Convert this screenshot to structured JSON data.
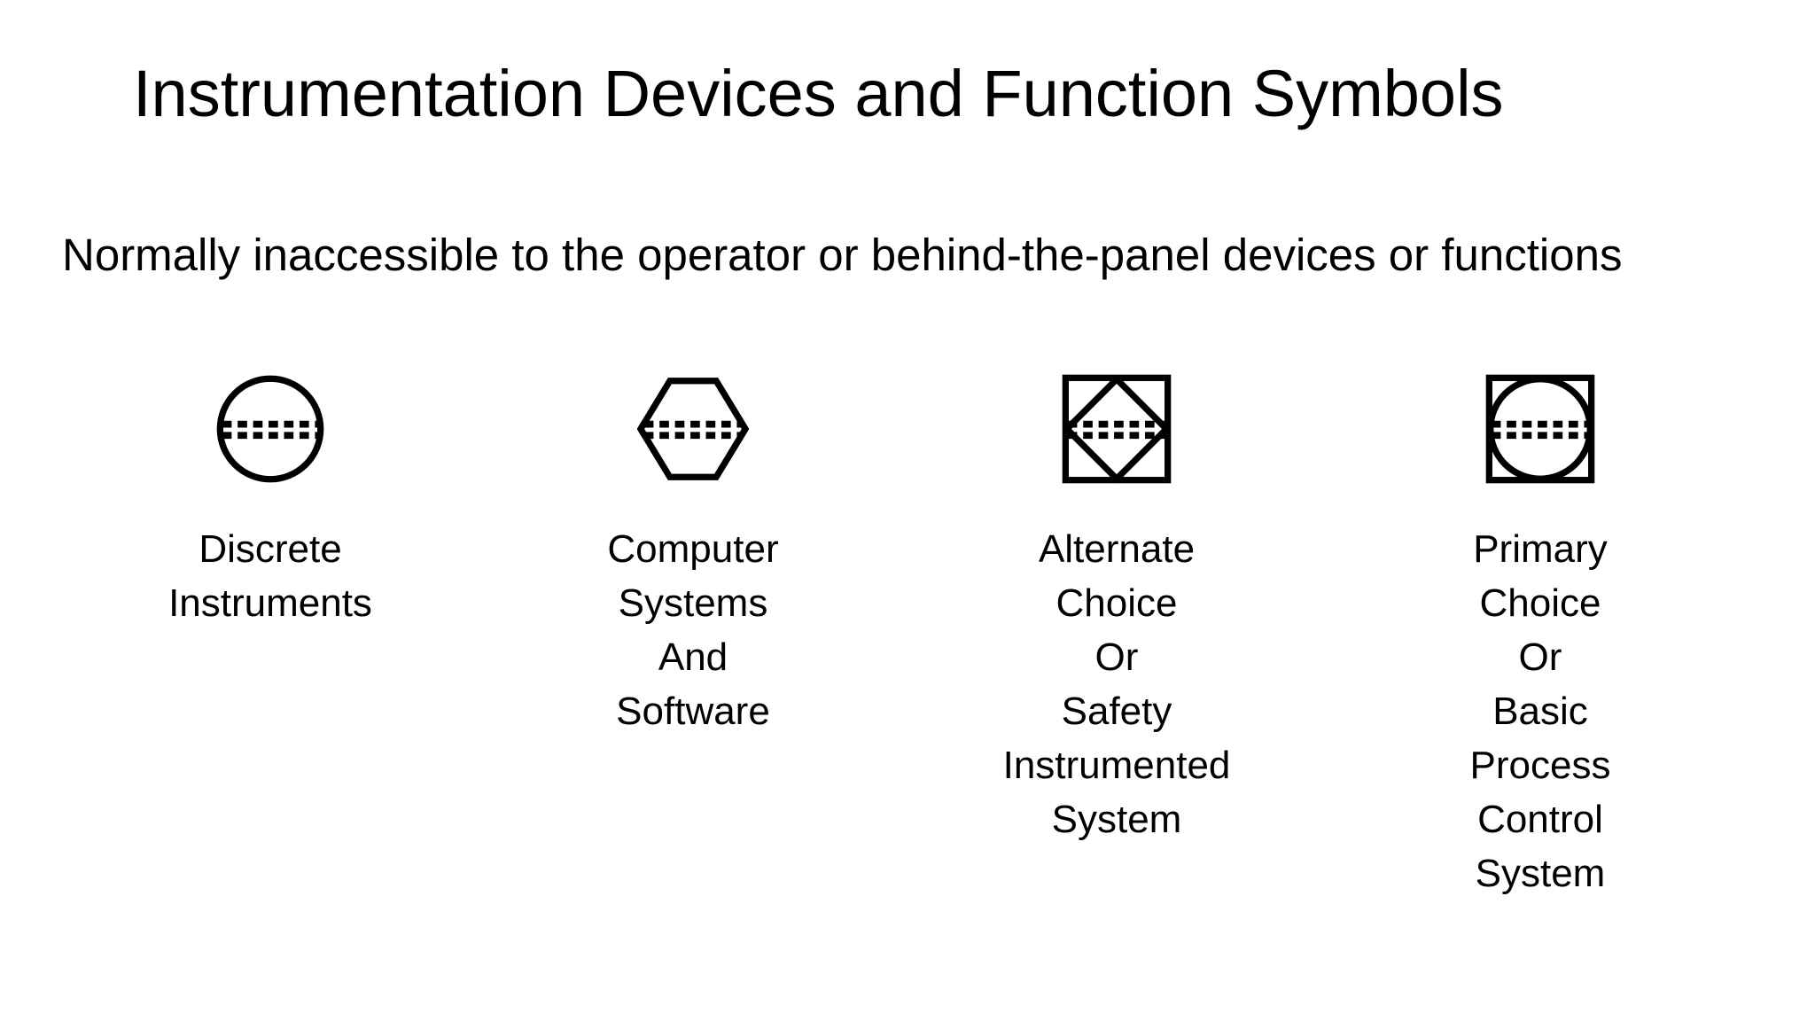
{
  "slide": {
    "title": "Instrumentation Devices and Function Symbols",
    "subtitle": "Normally inaccessible to the operator or behind-the-panel devices or functions",
    "background_color": "#ffffff",
    "text_color": "#000000"
  },
  "symbols": [
    {
      "icon": "circle-dashed-lines-icon",
      "label": "Discrete\nInstruments"
    },
    {
      "icon": "hexagon-dashed-lines-icon",
      "label": "Computer\nSystems\nAnd\nSoftware"
    },
    {
      "icon": "square-diamond-dashed-lines-icon",
      "label": "Alternate\nChoice\nOr\nSafety\nInstrumented\nSystem"
    },
    {
      "icon": "square-circle-dashed-lines-icon",
      "label": "Primary\nChoice\nOr\nBasic\nProcess\nControl\nSystem"
    }
  ]
}
